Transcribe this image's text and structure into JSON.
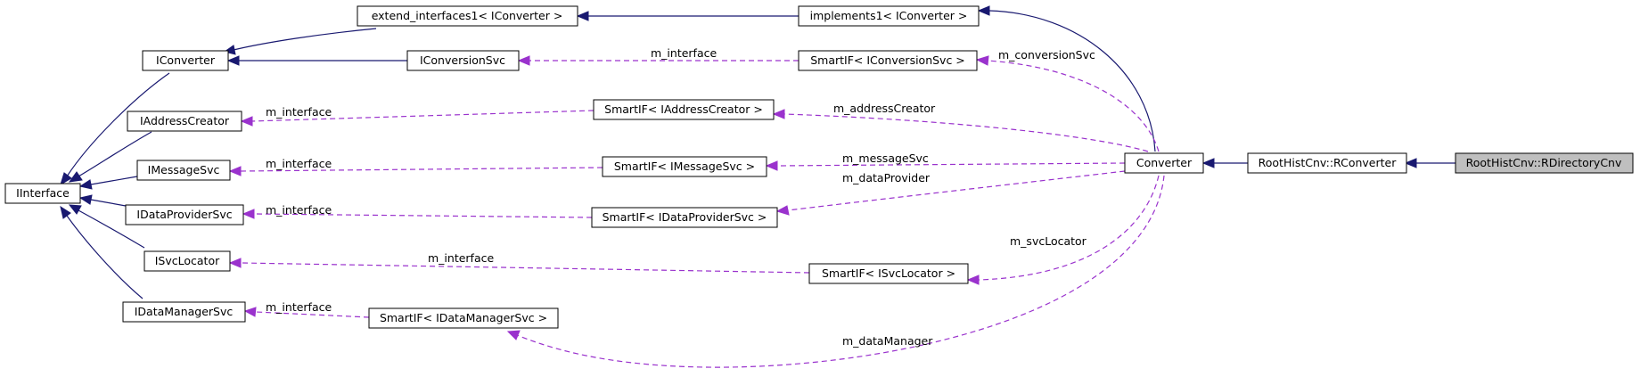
{
  "colors": {
    "inherit": "#191970",
    "member": "#9a32cd",
    "highlight_fill": "#bfbfbf"
  },
  "nodes": {
    "root_dir_cnv": "RootHistCnv::RDirectoryCnv",
    "rconverter": "RootHistCnv::RConverter",
    "converter": "Converter",
    "iinterface": "IInterface",
    "iconverter": "IConverter",
    "iaddress_creator": "IAddressCreator",
    "imessage_svc": "IMessageSvc",
    "idata_provider_svc": "IDataProviderSvc",
    "isvc_locator": "ISvcLocator",
    "idata_manager_svc": "IDataManagerSvc",
    "extend_interfaces": "extend_interfaces1< IConverter >",
    "implements1": "implements1< IConverter >",
    "iconversion_svc": "IConversionSvc",
    "smartif_conversion": "SmartIF< IConversionSvc >",
    "smartif_address": "SmartIF< IAddressCreator >",
    "smartif_message": "SmartIF< IMessageSvc >",
    "smartif_dataprovider": "SmartIF< IDataProviderSvc >",
    "smartif_svclocator": "SmartIF< ISvcLocator >",
    "smartif_datamanager": "SmartIF< IDataManagerSvc >"
  },
  "edge_labels": {
    "m_interface": "m_interface",
    "m_conversionSvc": "m_conversionSvc",
    "m_addressCreator": "m_addressCreator",
    "m_messageSvc": "m_messageSvc",
    "m_dataProvider": "m_dataProvider",
    "m_svcLocator": "m_svcLocator",
    "m_dataManager": "m_dataManager"
  }
}
